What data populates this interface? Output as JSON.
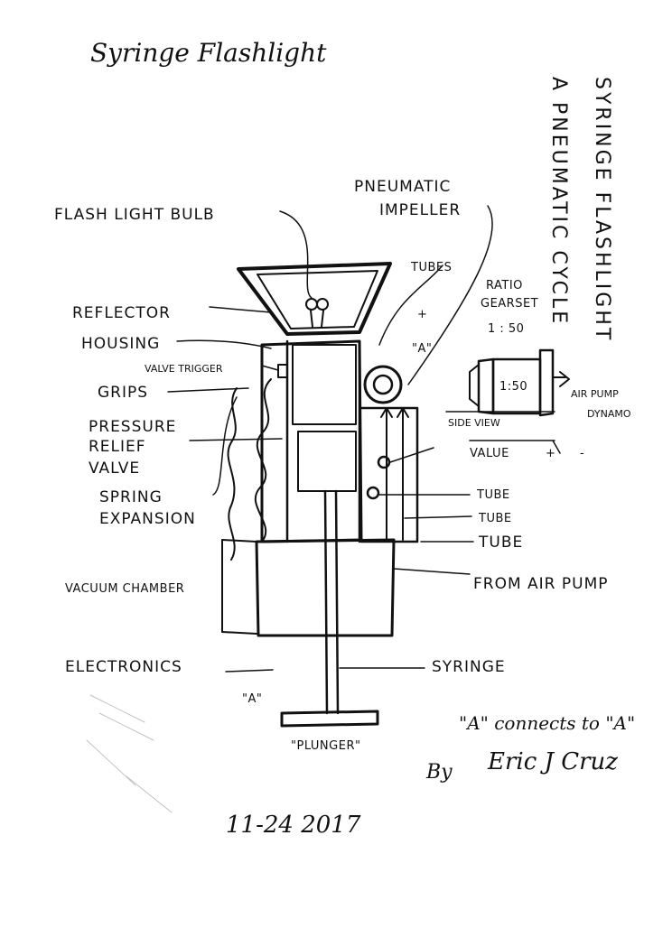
{
  "title": "Syringe Flashlight",
  "side_title": {
    "line1": "SYRINGE FLASHLIGHT",
    "line2": "A PNEUMATIC CYCLE"
  },
  "labels": {
    "flashlight_bulb": "FLASH LIGHT BULB",
    "pneumatic": "PNEUMATIC",
    "impeller": "IMPELLER",
    "tubes_top": "TUBES",
    "reflector": "REFLECTOR",
    "housing": "HOUSING",
    "valve_trigger": "VALVE TRIGGER",
    "grips": "GRIPS",
    "pressure": "PRESSURE",
    "relief": "RELIEF",
    "valve": "VALVE",
    "spring": "SPRING",
    "expansion": "EXPANSION",
    "vacuum_chamber": "VACUUM CHAMBER",
    "electronics": "ELECTRONICS",
    "syringe": "SYRINGE",
    "plunger": "\"PLUNGER\"",
    "value": "VALUE",
    "tube1": "TUBE",
    "tube2": "TUBE",
    "tube3": "TUBE",
    "from_air_pump": "FROM AIR PUMP",
    "ratio": "RATIO",
    "gearset": "GEARSET",
    "ratio_value": "1 : 50",
    "gear_box_value": "1:50",
    "air_pump": "AIR PUMP",
    "dynamo": "DYNAMO",
    "side_view": "SIDE VIEW",
    "a_marker_top": "\"A\"",
    "a_marker_bottom": "\"A\"",
    "plus": "+",
    "minus": "-"
  },
  "connects_note": "\"A\" connects to \"A\"",
  "author": {
    "by": "By",
    "name": "Eric J Cruz"
  },
  "date": "11-24 2017"
}
